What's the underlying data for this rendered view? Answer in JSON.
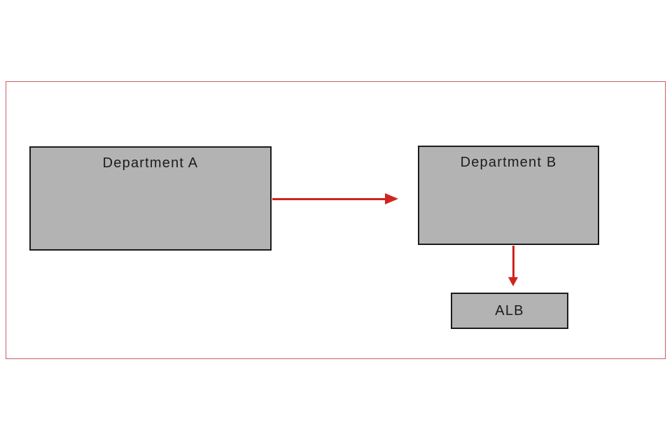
{
  "colors": {
    "frame_red": "#cb5c62",
    "arrow_red": "#d0241e",
    "box_fill": "#b3b3b3",
    "box_border": "#1c1c1c"
  },
  "diagram": {
    "nodes": [
      {
        "id": "dept-a",
        "label": "Department A"
      },
      {
        "id": "dept-b",
        "label": "Department B"
      },
      {
        "id": "alb",
        "label": "ALB"
      }
    ],
    "edges": [
      {
        "from": "dept-a",
        "to": "dept-b",
        "direction": "right",
        "style": "red-arrow"
      },
      {
        "from": "dept-b",
        "to": "alb",
        "direction": "down",
        "style": "red-arrow"
      }
    ]
  }
}
